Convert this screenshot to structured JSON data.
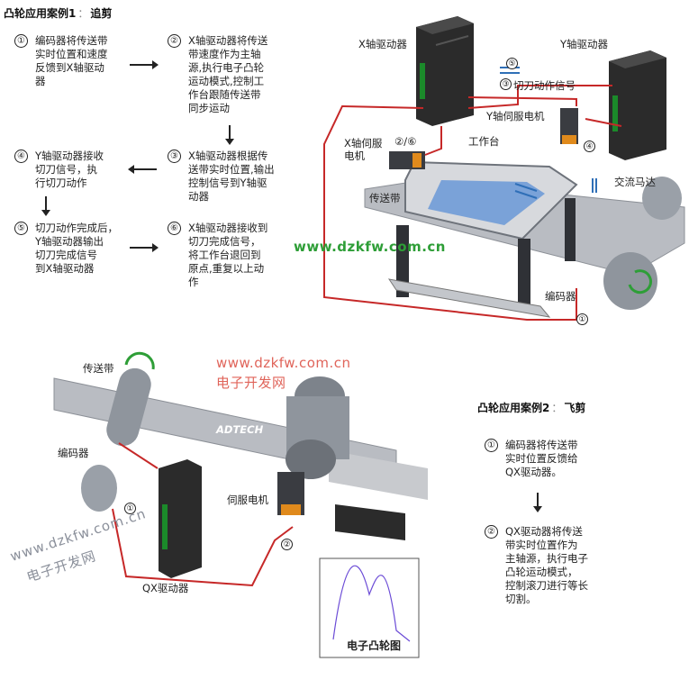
{
  "case1": {
    "title": "凸轮应用案例1",
    "sep": "：",
    "subtitle": "追剪",
    "steps": [
      {
        "num": "①",
        "text": "编码器将传送带\n实时位置和速度\n反馈到X轴驱动\n器"
      },
      {
        "num": "②",
        "text": "X轴驱动器将传送\n带速度作为主轴\n源,执行电子凸轮\n运动模式,控制工\n作台跟随传送带\n同步运动"
      },
      {
        "num": "③",
        "text": "X轴驱动器根据传\n送带实时位置,输出\n控制信号到Y轴驱\n动器"
      },
      {
        "num": "④",
        "text": "Y轴驱动器接收\n切刀信号，执\n行切刀动作"
      },
      {
        "num": "⑤",
        "text": "切刀动作完成后，\nY轴驱动器输出\n切刀完成信号\n到X轴驱动器"
      },
      {
        "num": "⑥",
        "text": "X轴驱动器接收到\n切刀完成信号，\n将工作台退回到\n原点,重复以上动\n作"
      }
    ]
  },
  "diagram1": {
    "x_drive": "X轴驱动器",
    "y_drive": "Y轴驱动器",
    "signal": "切刀动作信号",
    "y_motor": "Y轴伺服电机",
    "x_motor": "X轴伺服\n电机",
    "table": "工作台",
    "belt": "传送带",
    "ac_motor": "交流马达",
    "encoder": "编码器",
    "n1": "①",
    "n3": "③",
    "n4": "④",
    "n5": "⑤",
    "n26": "②/⑥"
  },
  "case2": {
    "title": "凸轮应用案例2",
    "sep": "：",
    "subtitle": "飞剪",
    "steps": [
      {
        "num": "①",
        "text": "编码器将传送带\n实时位置反馈给\nQX驱动器。"
      },
      {
        "num": "②",
        "text": "QX驱动器将传送\n带实时位置作为\n主轴源，执行电子\n凸轮运动模式，\n控制滚刀进行等长\n切割。"
      }
    ]
  },
  "diagram2": {
    "belt": "传送带",
    "encoder": "编码器",
    "servo": "伺服电机",
    "drive": "QX驱动器",
    "cam": "电子凸轮图",
    "brand": "ADTECH",
    "n1": "①",
    "n2": "②"
  },
  "watermarks": {
    "site": "www.dzkfw.com.cn",
    "site_name": "电子开发网"
  },
  "colors": {
    "wire": "#c62828",
    "green": "#2e9e37",
    "metal": "#9aa0a8",
    "table_blue": "#5b8fd6"
  }
}
